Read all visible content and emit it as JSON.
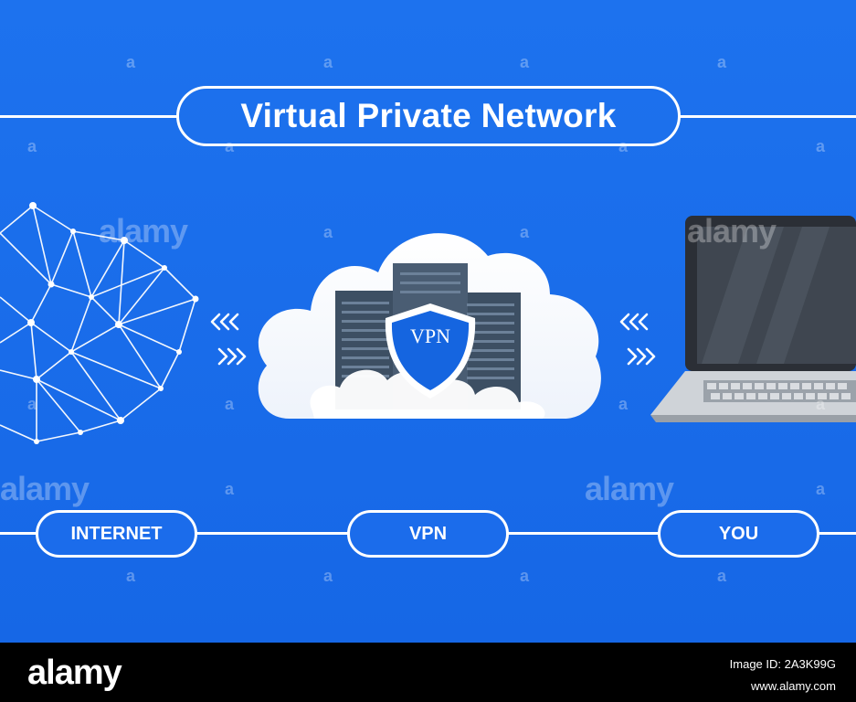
{
  "diagram": {
    "title": "Virtual Private Network",
    "shield_label": "VPN",
    "labels": [
      "INTERNET",
      "VPN",
      "YOU"
    ],
    "icons": [
      "globe-network-icon",
      "left-arrows-icon",
      "right-arrows-icon",
      "cloud-server-icon",
      "vpn-shield-icon",
      "laptop-icon"
    ],
    "colors": {
      "background": "#1d72ee",
      "line": "#ffffff",
      "shield": "#1565e0",
      "server": "#3d4f63"
    }
  },
  "watermark": {
    "small": "a",
    "large": "alamy"
  },
  "footer": {
    "logo": "alamy",
    "image_id": "Image ID: 2A3K99G",
    "site": "www.alamy.com"
  }
}
